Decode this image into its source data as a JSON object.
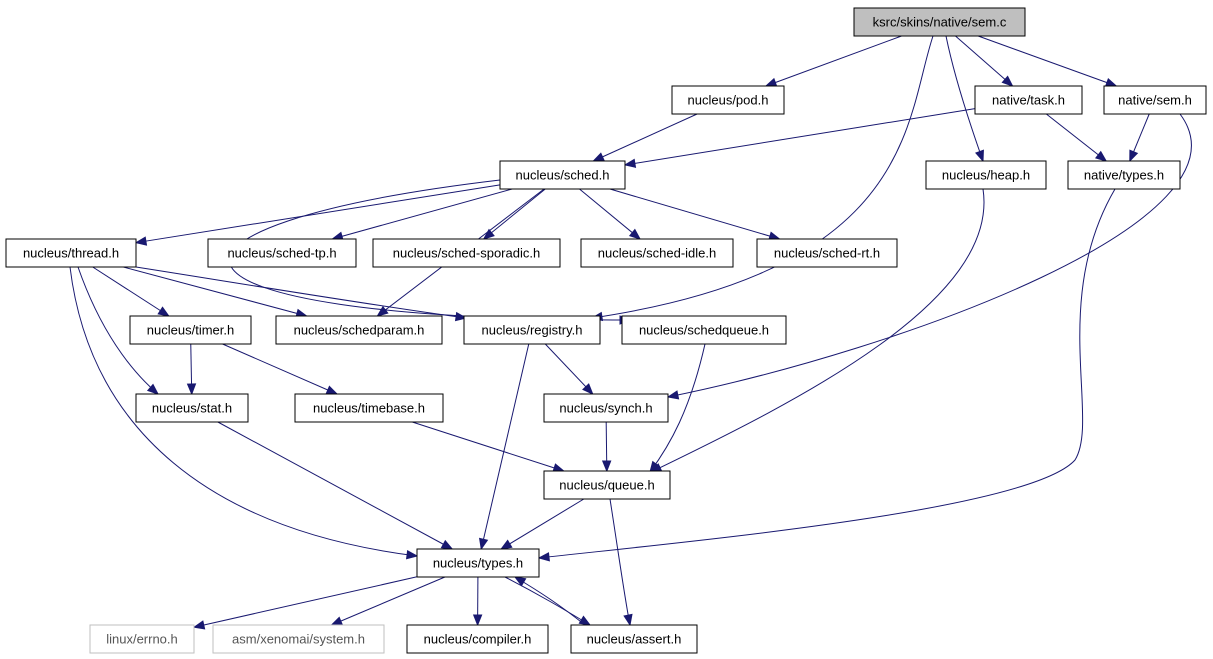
{
  "diagram": {
    "nodes": [
      {
        "id": "sem_c",
        "label": "ksrc/skins/native/sem.c",
        "root": true
      },
      {
        "id": "pod",
        "label": "nucleus/pod.h"
      },
      {
        "id": "native_task",
        "label": "native/task.h"
      },
      {
        "id": "native_sem",
        "label": "native/sem.h"
      },
      {
        "id": "sched",
        "label": "nucleus/sched.h"
      },
      {
        "id": "heap",
        "label": "nucleus/heap.h"
      },
      {
        "id": "native_types",
        "label": "native/types.h"
      },
      {
        "id": "thread",
        "label": "nucleus/thread.h"
      },
      {
        "id": "sched_tp",
        "label": "nucleus/sched-tp.h"
      },
      {
        "id": "sched_sporadic",
        "label": "nucleus/sched-sporadic.h"
      },
      {
        "id": "sched_idle",
        "label": "nucleus/sched-idle.h"
      },
      {
        "id": "sched_rt",
        "label": "nucleus/sched-rt.h"
      },
      {
        "id": "timer",
        "label": "nucleus/timer.h"
      },
      {
        "id": "schedparam",
        "label": "nucleus/schedparam.h"
      },
      {
        "id": "registry",
        "label": "nucleus/registry.h"
      },
      {
        "id": "schedqueue",
        "label": "nucleus/schedqueue.h"
      },
      {
        "id": "stat",
        "label": "nucleus/stat.h"
      },
      {
        "id": "timebase",
        "label": "nucleus/timebase.h"
      },
      {
        "id": "synch",
        "label": "nucleus/synch.h"
      },
      {
        "id": "queue",
        "label": "nucleus/queue.h"
      },
      {
        "id": "ntypes",
        "label": "nucleus/types.h"
      },
      {
        "id": "errno",
        "label": "linux/errno.h",
        "external": true
      },
      {
        "id": "system",
        "label": "asm/xenomai/system.h",
        "external": true
      },
      {
        "id": "compiler",
        "label": "nucleus/compiler.h"
      },
      {
        "id": "assert",
        "label": "nucleus/assert.h"
      }
    ],
    "edges": [
      [
        "sem_c",
        "pod"
      ],
      [
        "sem_c",
        "native_task"
      ],
      [
        "sem_c",
        "native_sem"
      ],
      [
        "sem_c",
        "heap"
      ],
      [
        "sem_c",
        "registry"
      ],
      [
        "pod",
        "sched"
      ],
      [
        "native_task",
        "sched"
      ],
      [
        "native_task",
        "native_types"
      ],
      [
        "native_sem",
        "native_types"
      ],
      [
        "native_sem",
        "synch"
      ],
      [
        "sched",
        "thread"
      ],
      [
        "sched",
        "sched_tp"
      ],
      [
        "sched",
        "sched_sporadic"
      ],
      [
        "sched",
        "sched_idle"
      ],
      [
        "sched",
        "sched_rt"
      ],
      [
        "sched",
        "schedparam"
      ],
      [
        "sched",
        "schedqueue"
      ],
      [
        "heap",
        "queue"
      ],
      [
        "native_types",
        "ntypes"
      ],
      [
        "thread",
        "timer"
      ],
      [
        "thread",
        "schedparam"
      ],
      [
        "thread",
        "registry"
      ],
      [
        "thread",
        "stat"
      ],
      [
        "thread",
        "ntypes"
      ],
      [
        "timer",
        "stat"
      ],
      [
        "timer",
        "timebase"
      ],
      [
        "registry",
        "synch"
      ],
      [
        "registry",
        "ntypes"
      ],
      [
        "schedqueue",
        "queue"
      ],
      [
        "stat",
        "ntypes"
      ],
      [
        "timebase",
        "queue"
      ],
      [
        "synch",
        "queue"
      ],
      [
        "queue",
        "ntypes"
      ],
      [
        "queue",
        "assert"
      ],
      [
        "ntypes",
        "errno"
      ],
      [
        "ntypes",
        "system"
      ],
      [
        "ntypes",
        "compiler"
      ],
      [
        "ntypes",
        "assert"
      ],
      [
        "assert",
        "ntypes"
      ]
    ]
  }
}
